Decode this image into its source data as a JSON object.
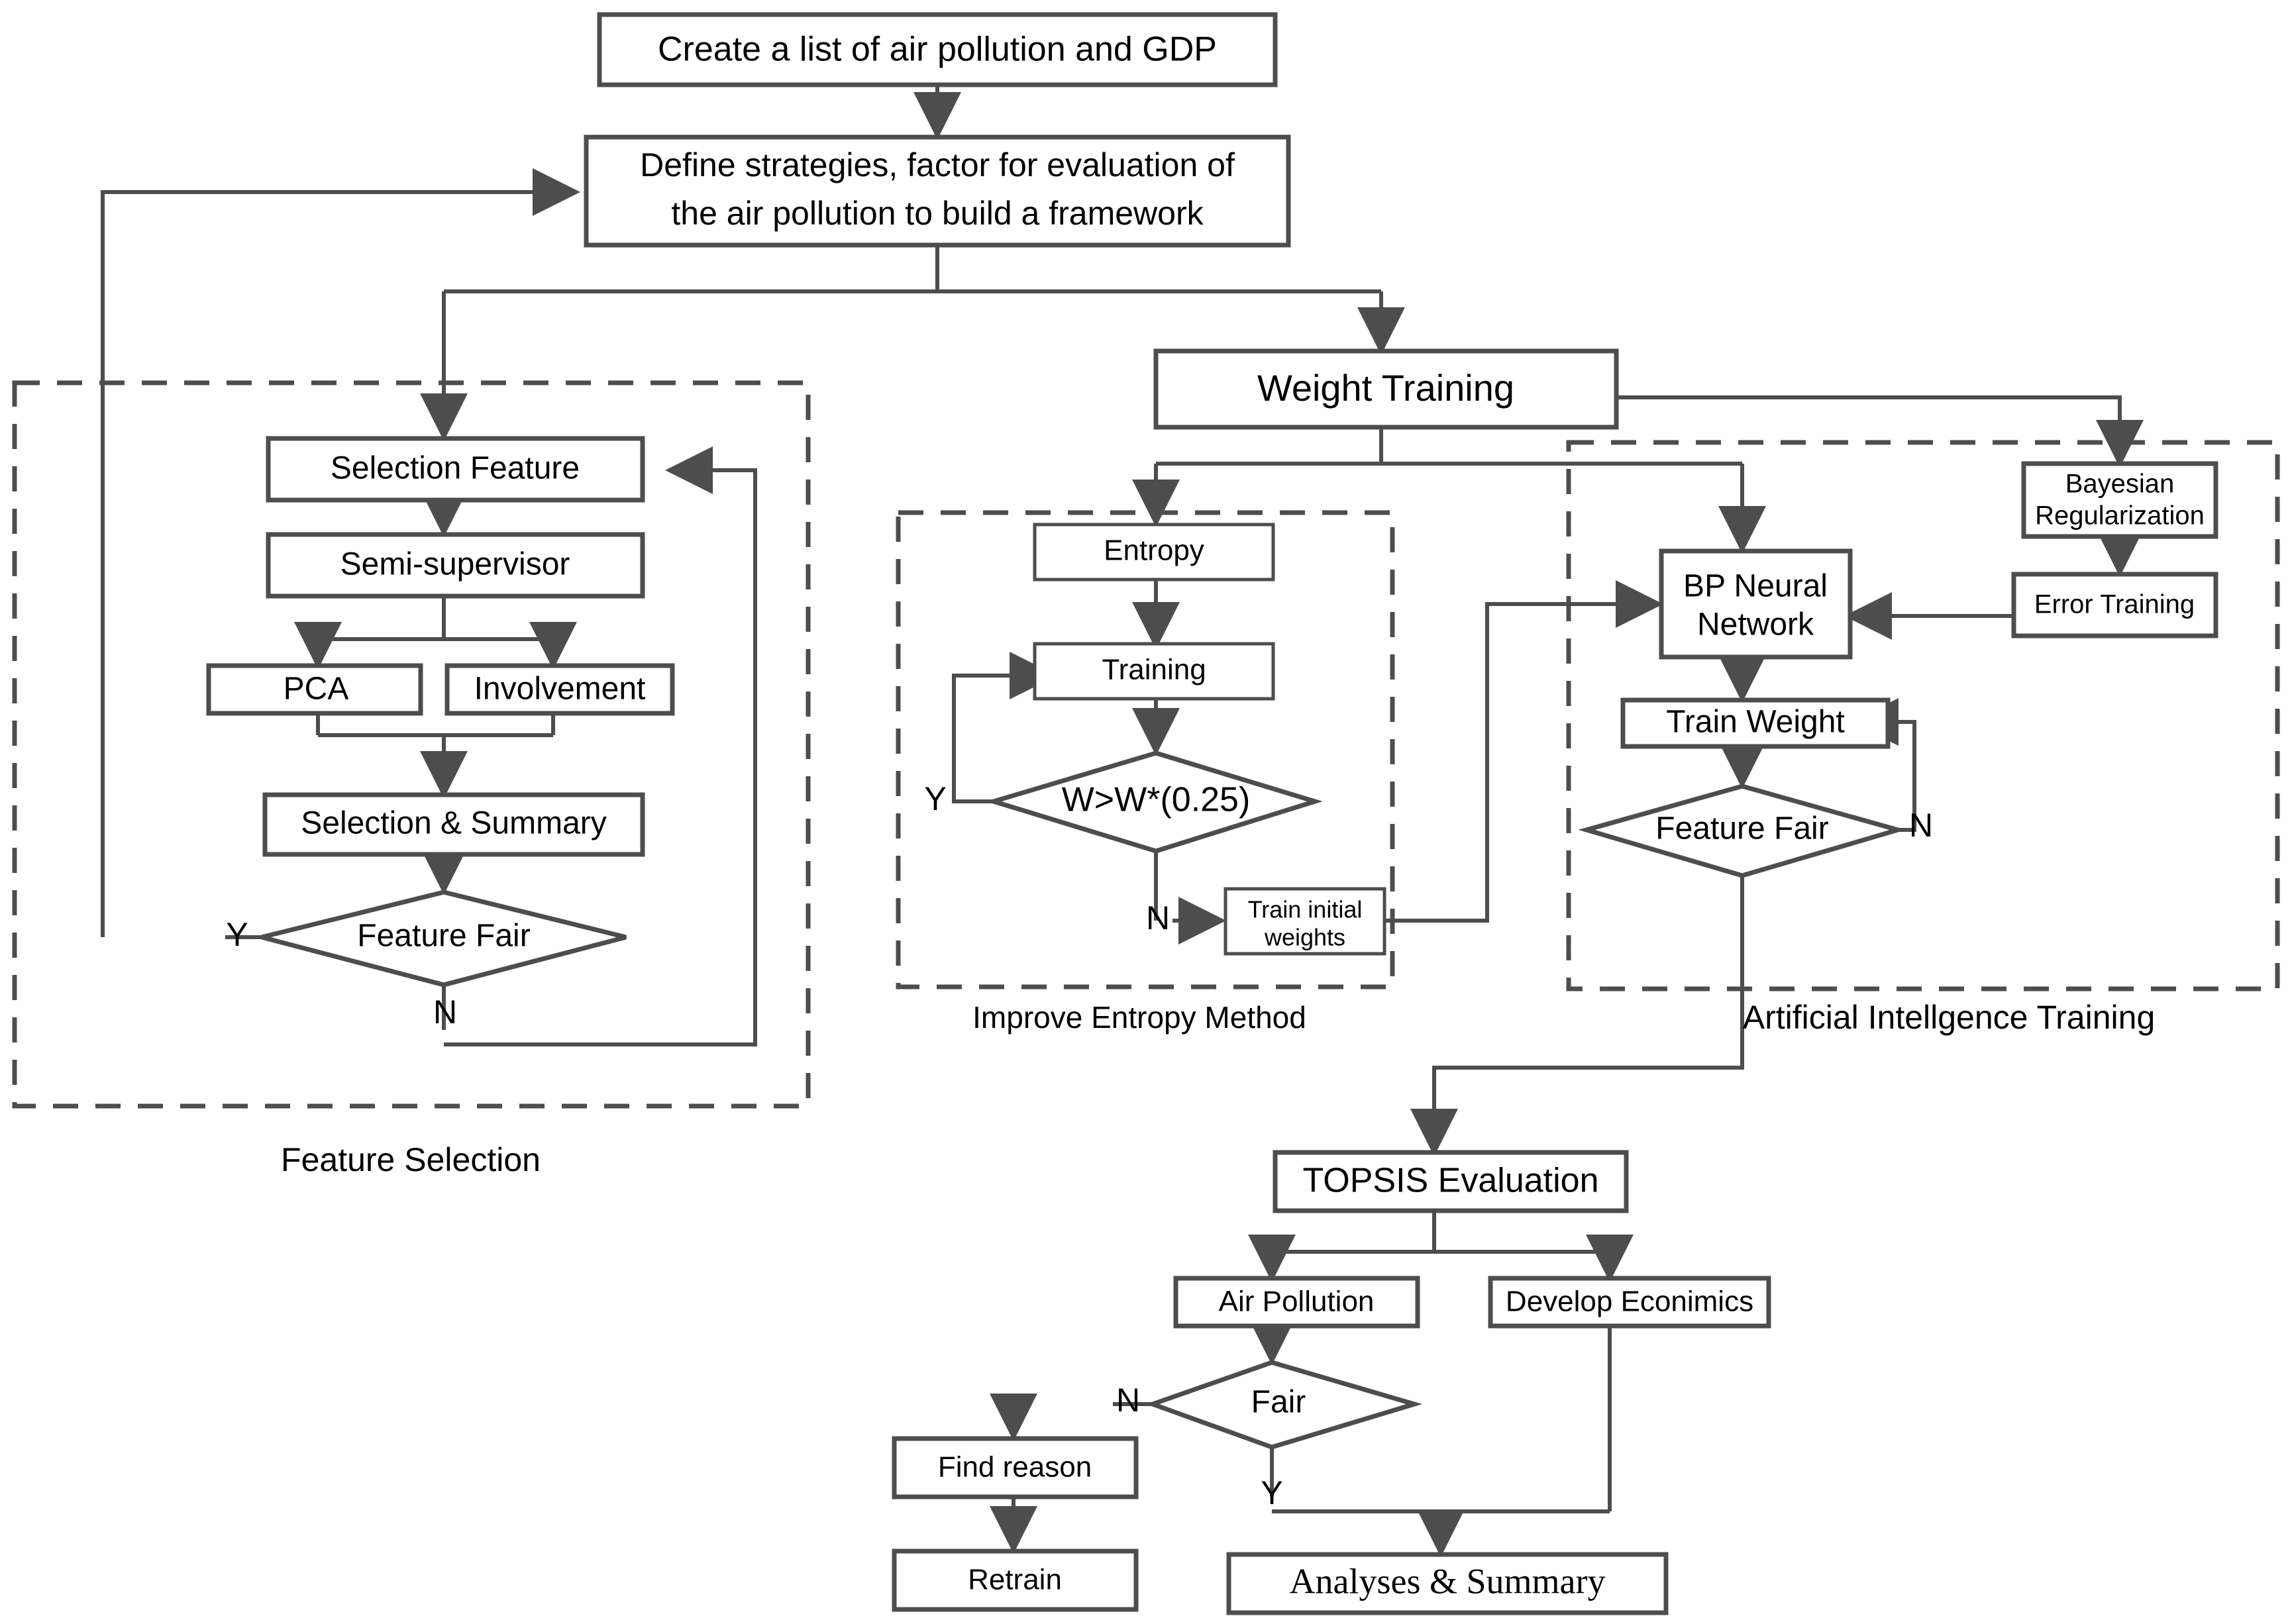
{
  "diagram": {
    "title": "Air pollution and GDP evaluation framework flowchart",
    "colors": {
      "stroke": "#4d4d4d",
      "text": "#000000",
      "fill": "#ffffff"
    },
    "nodes": {
      "create_list": "Create  a list of air pollution and  GDP",
      "define_strategies_line1": "Define strategies, factor for evaluation of",
      "define_strategies_line2": "the air pollution to build a framework",
      "weight_training": "Weight Training",
      "selection_feature": "Selection Feature",
      "semi_supervisor": "Semi-supervisor",
      "pca": "PCA",
      "involvement": "Involvement",
      "selection_summary": "Selection & Summary",
      "feature_fair_left": "Feature Fair",
      "entropy": "Entropy",
      "training": "Training",
      "w_condition": "W>W*(0.25)",
      "train_initial_weights_line1": "Train initial",
      "train_initial_weights_line2": "weights",
      "bp_neural_line1": "BP Neural",
      "bp_neural_line2": "Network",
      "bayesian_line1": "Bayesian",
      "bayesian_line2": "Regularization",
      "error_training": "Error Training",
      "train_weight": "Train Weight",
      "feature_fair_right": "Feature Fair",
      "topsis": "TOPSIS  Evaluation",
      "air_pollution": "Air Pollution",
      "develop_economics": "Develop Econimics",
      "fair": "Fair",
      "find_reason": "Find reason",
      "retrain": "Retrain",
      "analyses_summary": "Analyses & Summary"
    },
    "groups": {
      "feature_selection": "Feature Selection",
      "improve_entropy": "Improve Entropy Method",
      "ai_training": "Artificial Intellgence Training"
    },
    "branch_labels": {
      "feature_fair_left_yes": "Y",
      "feature_fair_left_no": "N",
      "w_condition_yes": "Y",
      "w_condition_no": "N",
      "feature_fair_right_no": "N",
      "fair_no": "N",
      "fair_yes": "Y"
    }
  }
}
